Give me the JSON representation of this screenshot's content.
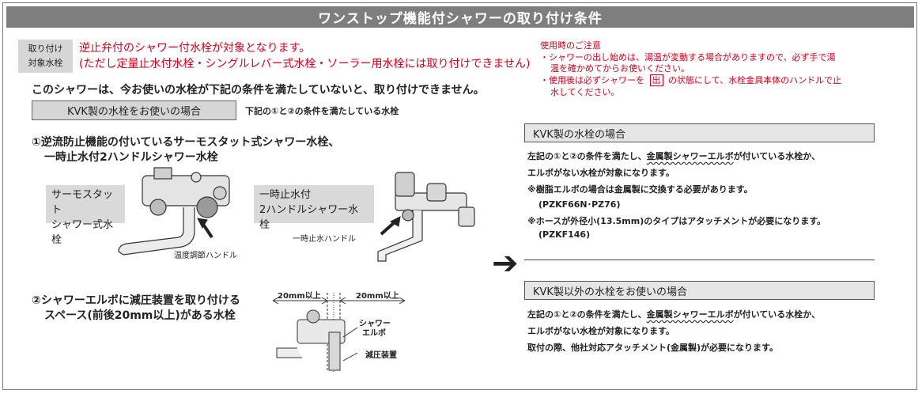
{
  "title": "ワンストップ機能付シャワーの取り付け条件",
  "label": {
    "line1": "取り付け",
    "line2": "対象水栓"
  },
  "target": {
    "line1": "逆止弁付のシャワー付水栓が対象となります。",
    "line2": "(ただし定量止水付水栓・シングルレバー式水栓・ソーラー用水栓には取り付けできません)"
  },
  "main_condition": "このシャワーは、今お使いの水栓が下記の条件を満たしていないと、取り付けできません。",
  "kvk_box": {
    "label": "KVK製の水栓をお使いの場合",
    "note": "下記の①と②の条件を満たしている水栓"
  },
  "condition1": {
    "line1": "①逆流防止機能の付いているサーモスタット式シャワー水栓、",
    "line2": "一時止水付2ハンドルシャワー水栓"
  },
  "thermo_tag": {
    "line1": "サーモスタット",
    "line2": "シャワー式水栓"
  },
  "stop_tag": {
    "line1": "一時止水付",
    "line2": "2ハンドルシャワー水栓"
  },
  "temp_handle_label": "温度調節ハンドル",
  "stop_handle_label": "一時止水ハンドル",
  "condition2": {
    "line1": "②シャワーエルボに減圧装置を取り付ける",
    "line2": "スペース(前後20mm以上)がある水栓"
  },
  "diagram2": {
    "dim_left": "20mm以上",
    "dim_right": "20mm以上",
    "elbow_line1": "シャワー",
    "elbow_line2": "エルボ",
    "reducer": "減圧装置"
  },
  "caution": {
    "title": "使用時のご注意",
    "l1": "・シャワーの出し始めは、湯温が変動する場合がありますので、必ず手で湯",
    "l2": "温を確かめてからお使いください。",
    "l3a": "・使用後は必ずシャワーを",
    "l3box": "出",
    "l3b": "の状態にして、水栓金具本体のハンドルで止",
    "l4": "水してください。"
  },
  "kvk_section": {
    "heading": "KVK製の水栓の場合",
    "l1a": "左記の①と②の条件を満たし、",
    "l1u": "金属製シャワーエルボ",
    "l1b": "が付いている水栓か、",
    "l2": "エルボがない水栓が対象になります。",
    "l3": "※樹脂エルボの場合は金属製に交換する必要があります。",
    "l4": "(PZKF66N･PZ76)",
    "l5": "※ホースが外径小(13.5mm)のタイプはアタッチメントが必要になります。",
    "l6": "(PZKF146)"
  },
  "arrow": "➔",
  "other_section": {
    "heading": "KVK製以外の水栓をお使いの場合",
    "l1a": "左記の①と②の条件を満たし、",
    "l1u": "金属製シャワーエルボ",
    "l1b": "が付いている水栓か、",
    "l2": "エルボがない水栓が対象になります。",
    "l3": "取付の際、他社対応アタッチメント(金属製)が必要になります。"
  }
}
